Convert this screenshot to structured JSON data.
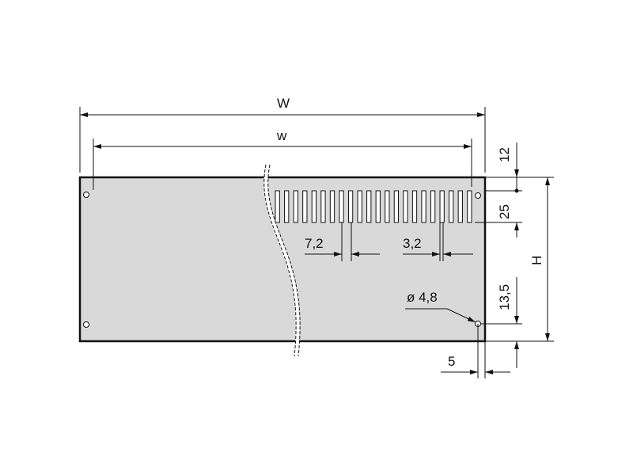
{
  "diagram": {
    "colors": {
      "panel_fill": "#d9d9d9",
      "line": "#111111",
      "background": "#ffffff"
    },
    "labels": {
      "overall_width": "W",
      "hole_spacing_width": "w",
      "height": "H",
      "top_offset": "12",
      "slot_height": "25",
      "slot_pitch": "7,2",
      "slot_width": "3,2",
      "hole_offset_bottom": "13,5",
      "hole_offset_side": "5",
      "hole_diameter": "ø 4,8"
    },
    "slot_count": 22
  }
}
